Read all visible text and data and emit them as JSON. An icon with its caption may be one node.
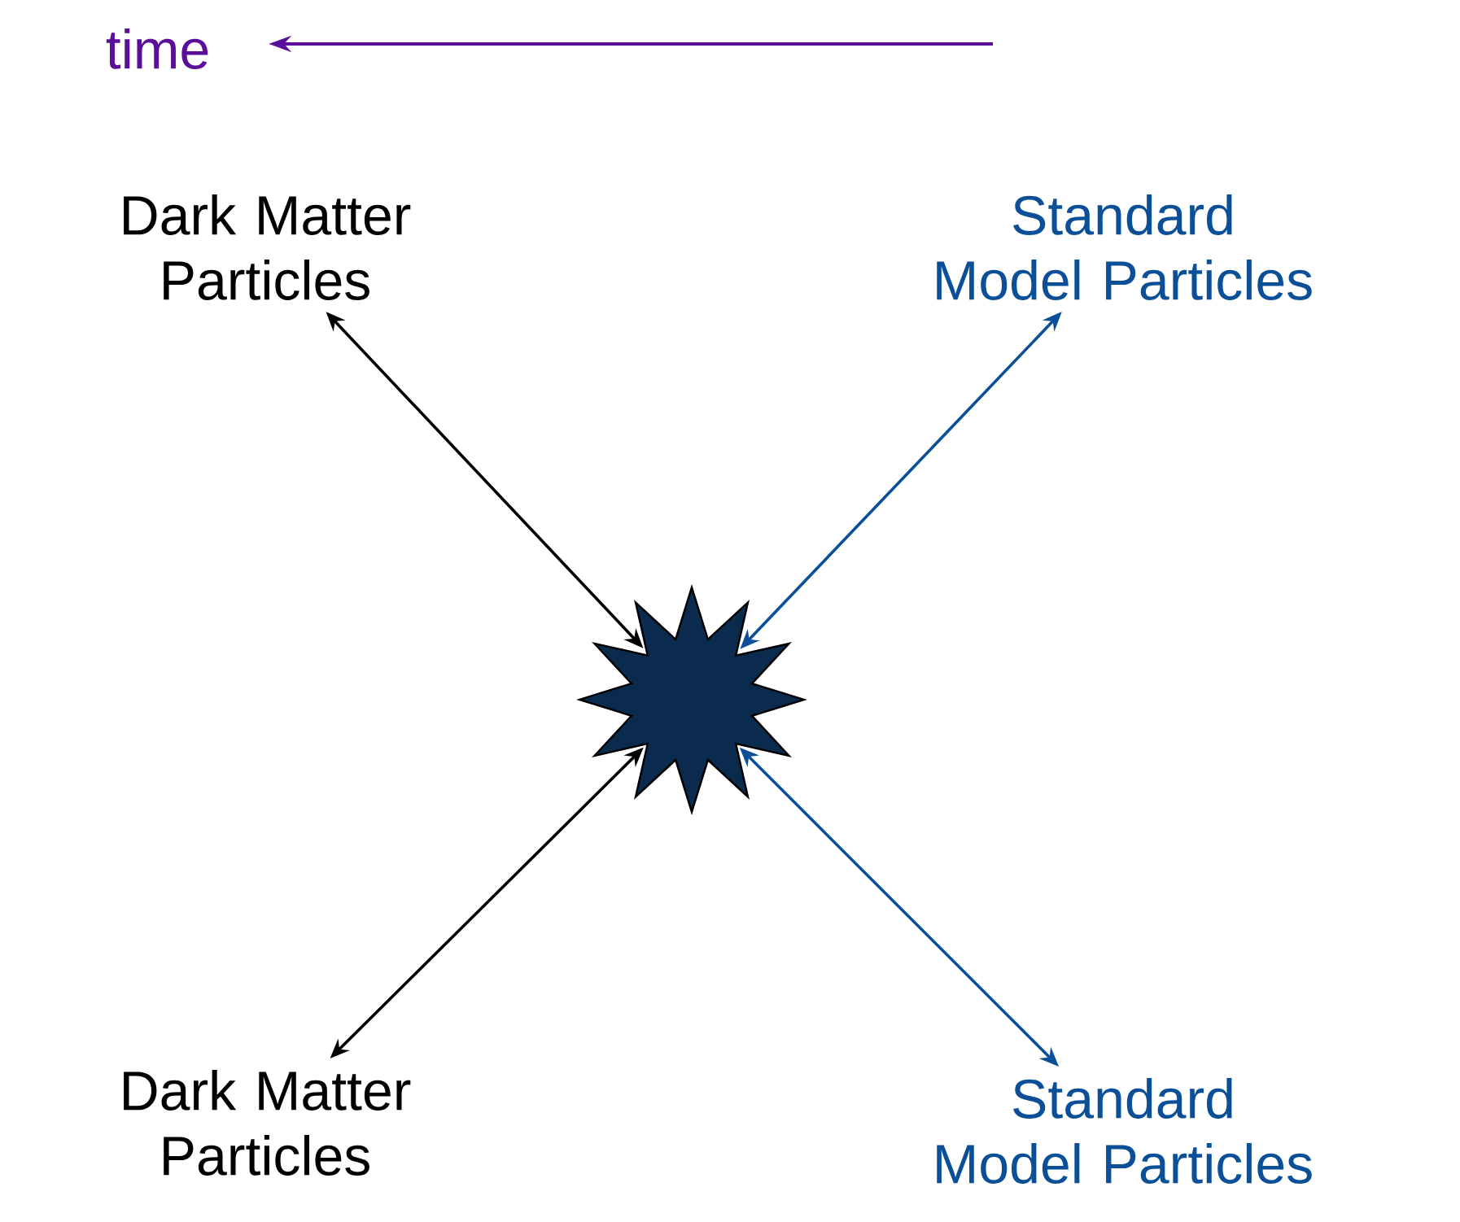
{
  "diagram": {
    "nodes": [
      {
        "text": [
          "Dark Matter Particles"
        ]
      },
      {
        "text": [
          "Standard Model Particles"
        ]
      },
      {
        "text": [],
        "shape": "star"
      },
      {
        "text": [
          "Dark Matter Particles"
        ]
      },
      {
        "text": [
          "Standard Model Particles"
        ]
      }
    ],
    "edges": [
      {
        "from": 0,
        "to": 2,
        "arrow": "both"
      },
      {
        "from": 1,
        "to": 2,
        "arrow": "both",
        "color": "#0b4f98"
      },
      {
        "from": 3,
        "to": 2,
        "arrow": "both"
      },
      {
        "from": 4,
        "to": 2,
        "arrow": "both",
        "color": "#0b4f98"
      }
    ],
    "labels": [
      "time"
    ]
  }
}
